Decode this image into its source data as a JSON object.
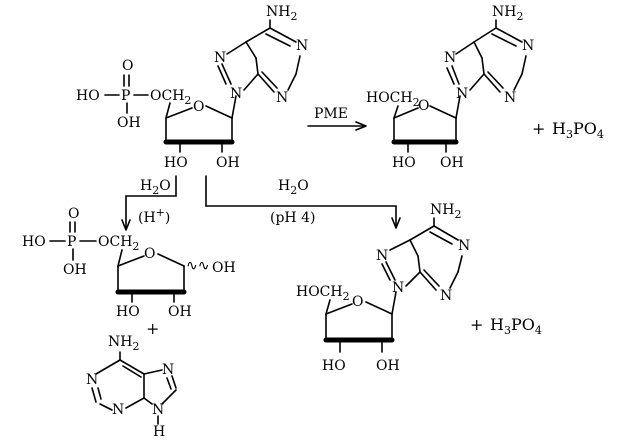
{
  "labels": {
    "nh2": "NH",
    "nh2_sub": "2",
    "n": "N",
    "o": "O",
    "oh": "OH",
    "ho": "HO",
    "h": "H",
    "p": "P",
    "hoch2": "HOCH",
    "ch2": "2",
    "och2": "OCH",
    "pme": "PME",
    "h2o": "H",
    "h2o_sub": "2",
    "h2o_o": "O",
    "acid": "(H",
    "acid_sup": "+",
    "acid_close": ")",
    "ph4": "(pH 4)",
    "plus": "+",
    "h3po4_h": "H",
    "h3po4_3": "3",
    "h3po4_po": "PO",
    "h3po4_4": "4",
    "wavy": "∿∿"
  }
}
